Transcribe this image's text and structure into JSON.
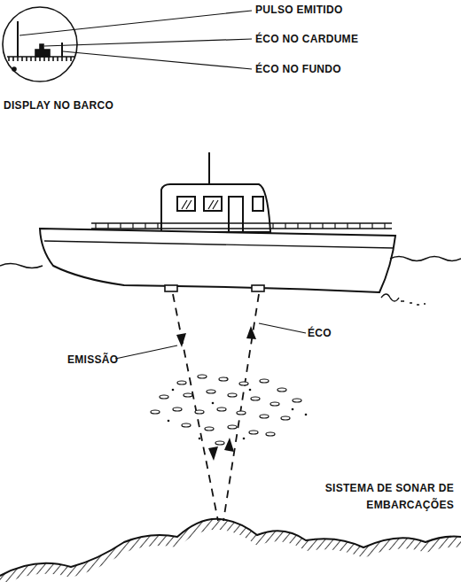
{
  "diagram": {
    "caption": "SISTEMA DE SONAR DE EMBARCAÇÕES",
    "labels": [
      "PULSO EMITIDO",
      "ÉCO NO CARDUME",
      "ÉCO NO FUNDO",
      "DISPLAY NO BARCO",
      "EMISSÃO",
      "ÉCO"
    ]
  }
}
